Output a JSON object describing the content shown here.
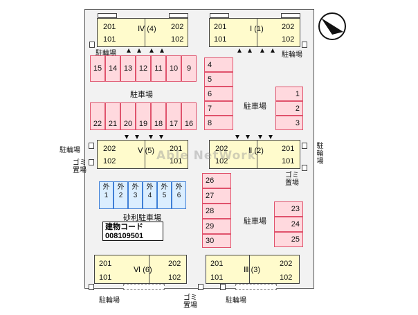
{
  "colors": {
    "building_fill": "#fffbcc",
    "parking_fill": "#ffd9de",
    "parking_border": "#e0526c",
    "gravel_fill": "#dbeeff",
    "gravel_border": "#3f7fd6"
  },
  "buildings": [
    {
      "id": "iv",
      "name": "Ⅳ (4)",
      "units": [
        "201",
        "202",
        "101",
        "102"
      ]
    },
    {
      "id": "i",
      "name": "Ⅰ (1)",
      "units": [
        "201",
        "202",
        "101",
        "102"
      ]
    },
    {
      "id": "v",
      "name": "Ⅴ (5)",
      "units": [
        "202",
        "201",
        "102",
        "101"
      ]
    },
    {
      "id": "ii",
      "name": "Ⅱ (2)",
      "units": [
        "202",
        "201",
        "102",
        "101"
      ]
    },
    {
      "id": "vi",
      "name": "Ⅵ (6)",
      "units": [
        "201",
        "202",
        "101",
        "102"
      ]
    },
    {
      "id": "iii",
      "name": "Ⅲ (3)",
      "units": [
        "201",
        "202",
        "101",
        "102"
      ]
    }
  ],
  "parking": {
    "row_top": [
      "15",
      "14",
      "13",
      "12",
      "11",
      "10",
      "9"
    ],
    "row_mid": [
      "22",
      "21",
      "20",
      "19",
      "18",
      "17",
      "16"
    ],
    "col_center": [
      "4",
      "5",
      "6",
      "7",
      "8"
    ],
    "col_right_top": [
      "1",
      "2",
      "3"
    ],
    "col_center_low": [
      "26",
      "27",
      "28",
      "29",
      "30"
    ],
    "col_right_low": [
      "23",
      "24",
      "25"
    ],
    "gravel": [
      "外\n1",
      "外\n2",
      "外\n3",
      "外\n4",
      "外\n5",
      "外\n6"
    ]
  },
  "labels": {
    "parking_lot": "駐車場",
    "gravel_lot": "砂利駐車場",
    "bike": "駐輪場",
    "garbage": "ゴミ置場",
    "code_title": "建物コード",
    "code_value": "008109501",
    "watermark": "Able NetWork"
  },
  "icons": {
    "compass": "north-arrow-icon"
  }
}
